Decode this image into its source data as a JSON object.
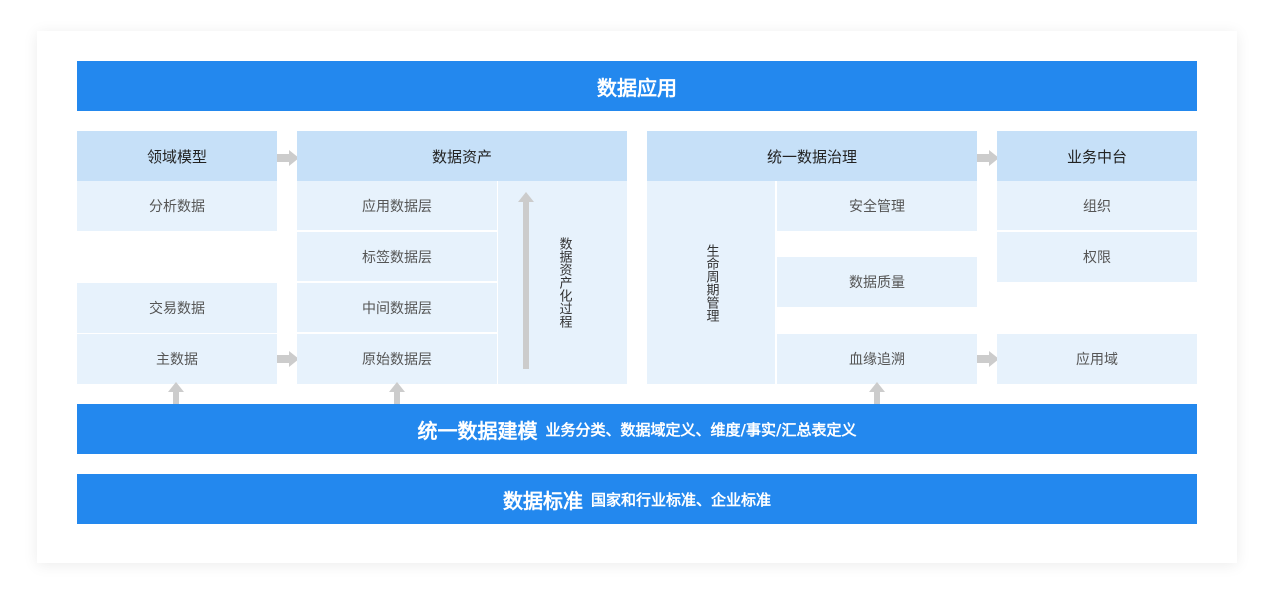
{
  "top_bar": {
    "title": "数据应用"
  },
  "domain_model": {
    "header": "领域模型",
    "items": [
      "分析数据",
      "交易数据",
      "主数据"
    ]
  },
  "data_assets": {
    "header": "数据资产",
    "layers": [
      "应用数据层",
      "标签数据层",
      "中间数据层",
      "原始数据层"
    ],
    "process_label": "数据资产化过程"
  },
  "governance": {
    "header": "统一数据治理",
    "lifecycle_label": "生命周期管理",
    "items": [
      "安全管理",
      "数据质量",
      "血缘追溯"
    ]
  },
  "business_center": {
    "header": "业务中台",
    "items": [
      "组织",
      "权限",
      "应用域"
    ]
  },
  "modeling_bar": {
    "title": "统一数据建模",
    "subtitle": "业务分类、数据域定义、维度/事实/汇总表定义"
  },
  "standard_bar": {
    "title": "数据标准",
    "subtitle": "国家和行业标准、企业标准"
  },
  "colors": {
    "primary_blue": "#2388ee",
    "header_blue": "#c6e0f8",
    "cell_blue": "#e7f2fc",
    "arrow_gray": "#cccccc"
  }
}
